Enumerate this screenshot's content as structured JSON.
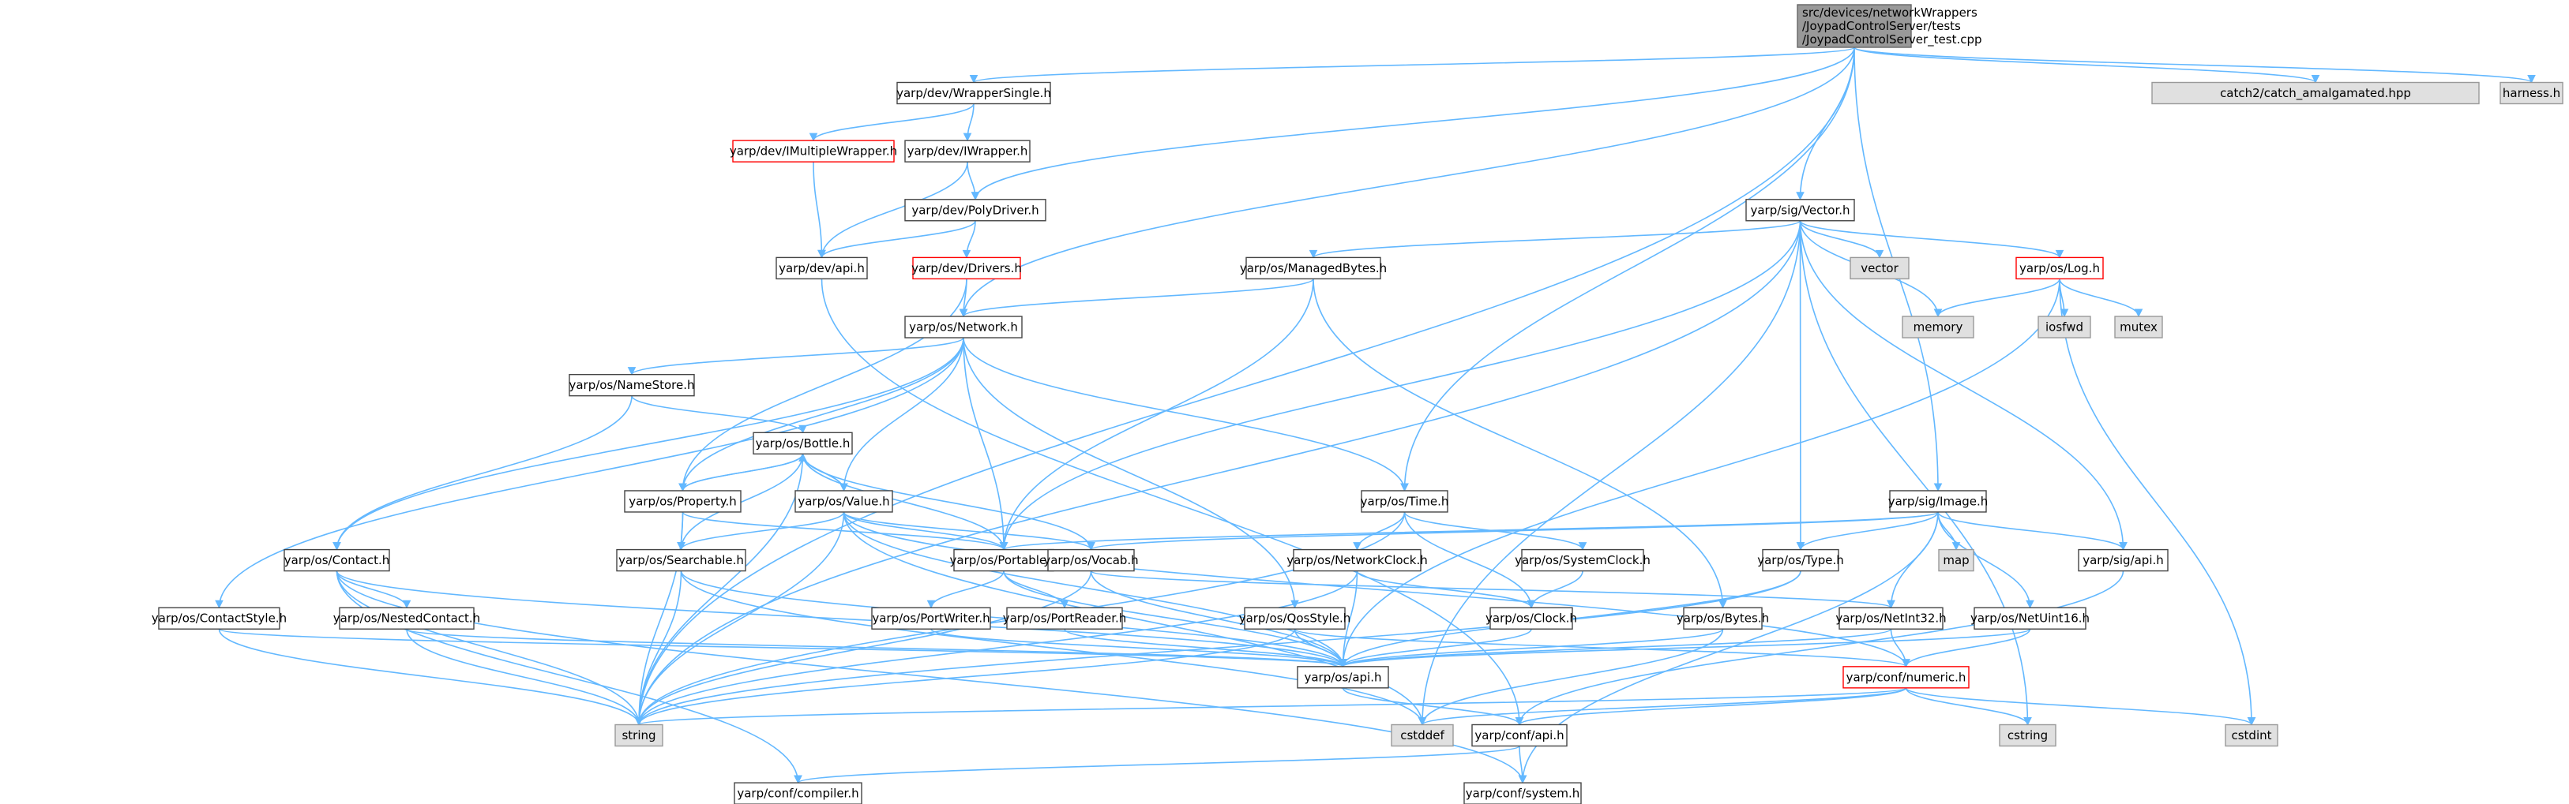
{
  "graph": {
    "root": "src/devices/networkWrappers\n/JoypadControlServer/tests\n/JoypadControlServer_test.cpp",
    "nodes": [
      {
        "id": "root",
        "label": "src/devices/networkWrappers\n/JoypadControlServer/tests\n/JoypadControlServer_test.cpp",
        "kind": "root"
      },
      {
        "id": "WrapperSingle",
        "label": "yarp/dev/WrapperSingle.h",
        "kind": "normal"
      },
      {
        "id": "catch",
        "label": "catch2/catch_amalgamated.hpp",
        "kind": "system"
      },
      {
        "id": "harness",
        "label": "harness.h",
        "kind": "system"
      },
      {
        "id": "IMultipleWrapper",
        "label": "yarp/dev/IMultipleWrapper.h",
        "kind": "incomplete"
      },
      {
        "id": "IWrapper",
        "label": "yarp/dev/IWrapper.h",
        "kind": "normal"
      },
      {
        "id": "PolyDriver",
        "label": "yarp/dev/PolyDriver.h",
        "kind": "normal"
      },
      {
        "id": "devapi",
        "label": "yarp/dev/api.h",
        "kind": "normal"
      },
      {
        "id": "Drivers",
        "label": "yarp/dev/Drivers.h",
        "kind": "incomplete"
      },
      {
        "id": "Vector",
        "label": "yarp/sig/Vector.h",
        "kind": "normal"
      },
      {
        "id": "ManagedBytes",
        "label": "yarp/os/ManagedBytes.h",
        "kind": "normal"
      },
      {
        "id": "vector",
        "label": "vector",
        "kind": "system"
      },
      {
        "id": "Log",
        "label": "yarp/os/Log.h",
        "kind": "incomplete"
      },
      {
        "id": "memory",
        "label": "memory",
        "kind": "system"
      },
      {
        "id": "iosfwd",
        "label": "iosfwd",
        "kind": "system"
      },
      {
        "id": "mutex",
        "label": "mutex",
        "kind": "system"
      },
      {
        "id": "Network",
        "label": "yarp/os/Network.h",
        "kind": "normal"
      },
      {
        "id": "NameStore",
        "label": "yarp/os/NameStore.h",
        "kind": "normal"
      },
      {
        "id": "Bottle",
        "label": "yarp/os/Bottle.h",
        "kind": "normal"
      },
      {
        "id": "Property",
        "label": "yarp/os/Property.h",
        "kind": "normal"
      },
      {
        "id": "Value",
        "label": "yarp/os/Value.h",
        "kind": "normal"
      },
      {
        "id": "Time",
        "label": "yarp/os/Time.h",
        "kind": "normal"
      },
      {
        "id": "Image",
        "label": "yarp/sig/Image.h",
        "kind": "normal"
      },
      {
        "id": "Contact",
        "label": "yarp/os/Contact.h",
        "kind": "normal"
      },
      {
        "id": "Searchable",
        "label": "yarp/os/Searchable.h",
        "kind": "normal"
      },
      {
        "id": "Portable",
        "label": "yarp/os/Portable.h",
        "kind": "normal"
      },
      {
        "id": "Vocab",
        "label": "yarp/os/Vocab.h",
        "kind": "normal"
      },
      {
        "id": "NetworkClock",
        "label": "yarp/os/NetworkClock.h",
        "kind": "normal"
      },
      {
        "id": "SystemClock",
        "label": "yarp/os/SystemClock.h",
        "kind": "normal"
      },
      {
        "id": "map",
        "label": "map",
        "kind": "system"
      },
      {
        "id": "Type",
        "label": "yarp/os/Type.h",
        "kind": "normal"
      },
      {
        "id": "sigapi",
        "label": "yarp/sig/api.h",
        "kind": "normal"
      },
      {
        "id": "ContactStyle",
        "label": "yarp/os/ContactStyle.h",
        "kind": "normal"
      },
      {
        "id": "NestedContact",
        "label": "yarp/os/NestedContact.h",
        "kind": "normal"
      },
      {
        "id": "PortWriter",
        "label": "yarp/os/PortWriter.h",
        "kind": "normal"
      },
      {
        "id": "PortReader",
        "label": "yarp/os/PortReader.h",
        "kind": "normal"
      },
      {
        "id": "QosStyle",
        "label": "yarp/os/QosStyle.h",
        "kind": "normal"
      },
      {
        "id": "Clock",
        "label": "yarp/os/Clock.h",
        "kind": "normal"
      },
      {
        "id": "Bytes",
        "label": "yarp/os/Bytes.h",
        "kind": "normal"
      },
      {
        "id": "NetInt32",
        "label": "yarp/os/NetInt32.h",
        "kind": "normal"
      },
      {
        "id": "NetUint16",
        "label": "yarp/os/NetUint16.h",
        "kind": "normal"
      },
      {
        "id": "osapi",
        "label": "yarp/os/api.h",
        "kind": "normal"
      },
      {
        "id": "numeric",
        "label": "yarp/conf/numeric.h",
        "kind": "incomplete"
      },
      {
        "id": "string",
        "label": "string",
        "kind": "system"
      },
      {
        "id": "cstddef",
        "label": "cstddef",
        "kind": "system"
      },
      {
        "id": "confapi",
        "label": "yarp/conf/api.h",
        "kind": "normal"
      },
      {
        "id": "cstring",
        "label": "cstring",
        "kind": "system"
      },
      {
        "id": "cstdint",
        "label": "cstdint",
        "kind": "system"
      },
      {
        "id": "compiler",
        "label": "yarp/conf/compiler.h",
        "kind": "normal"
      },
      {
        "id": "system",
        "label": "yarp/conf/system.h",
        "kind": "normal"
      }
    ],
    "edges": [
      [
        "root",
        "WrapperSingle"
      ],
      [
        "root",
        "catch"
      ],
      [
        "root",
        "harness"
      ],
      [
        "root",
        "PolyDriver"
      ],
      [
        "root",
        "Network"
      ],
      [
        "root",
        "Vector"
      ],
      [
        "root",
        "Time"
      ],
      [
        "root",
        "Image"
      ],
      [
        "root",
        "string"
      ],
      [
        "WrapperSingle",
        "IMultipleWrapper"
      ],
      [
        "WrapperSingle",
        "IWrapper"
      ],
      [
        "IMultipleWrapper",
        "devapi"
      ],
      [
        "IWrapper",
        "PolyDriver"
      ],
      [
        "IWrapper",
        "devapi"
      ],
      [
        "PolyDriver",
        "devapi"
      ],
      [
        "PolyDriver",
        "Drivers"
      ],
      [
        "devapi",
        "confapi"
      ],
      [
        "Drivers",
        "Network"
      ],
      [
        "Drivers",
        "Property"
      ],
      [
        "Vector",
        "ManagedBytes"
      ],
      [
        "Vector",
        "vector"
      ],
      [
        "Vector",
        "memory"
      ],
      [
        "Vector",
        "Log"
      ],
      [
        "Vector",
        "Portable"
      ],
      [
        "Vector",
        "Type"
      ],
      [
        "Vector",
        "sigapi"
      ],
      [
        "Vector",
        "string"
      ],
      [
        "Vector",
        "cstring"
      ],
      [
        "Vector",
        "cstddef"
      ],
      [
        "ManagedBytes",
        "Network"
      ],
      [
        "ManagedBytes",
        "Portable"
      ],
      [
        "ManagedBytes",
        "Bytes"
      ],
      [
        "Log",
        "memory"
      ],
      [
        "Log",
        "iosfwd"
      ],
      [
        "Log",
        "mutex"
      ],
      [
        "Log",
        "cstdint"
      ],
      [
        "Log",
        "osapi"
      ],
      [
        "Network",
        "NameStore"
      ],
      [
        "Network",
        "Contact"
      ],
      [
        "Network",
        "ContactStyle"
      ],
      [
        "Network",
        "Property"
      ],
      [
        "Network",
        "Value"
      ],
      [
        "Network",
        "Portable"
      ],
      [
        "Network",
        "QosStyle"
      ],
      [
        "Network",
        "Time"
      ],
      [
        "NameStore",
        "Bottle"
      ],
      [
        "NameStore",
        "Contact"
      ],
      [
        "Bottle",
        "Property"
      ],
      [
        "Bottle",
        "Value"
      ],
      [
        "Bottle",
        "Searchable"
      ],
      [
        "Bottle",
        "Portable"
      ],
      [
        "Bottle",
        "Vocab"
      ],
      [
        "Bottle",
        "string"
      ],
      [
        "Property",
        "Bottle"
      ],
      [
        "Property",
        "Searchable"
      ],
      [
        "Property",
        "Portable"
      ],
      [
        "Property",
        "string"
      ],
      [
        "Value",
        "Bottle"
      ],
      [
        "Value",
        "Searchable"
      ],
      [
        "Value",
        "Portable"
      ],
      [
        "Value",
        "Vocab"
      ],
      [
        "Value",
        "osapi"
      ],
      [
        "Value",
        "numeric"
      ],
      [
        "Value",
        "cstddef"
      ],
      [
        "Value",
        "string"
      ],
      [
        "Time",
        "NetworkClock"
      ],
      [
        "Time",
        "SystemClock"
      ],
      [
        "Time",
        "Clock"
      ],
      [
        "Time",
        "string"
      ],
      [
        "Image",
        "Vocab"
      ],
      [
        "Image",
        "Type"
      ],
      [
        "Image",
        "sigapi"
      ],
      [
        "Image",
        "map"
      ],
      [
        "Image",
        "NetInt32"
      ],
      [
        "Image",
        "NetUint16"
      ],
      [
        "Image",
        "system"
      ],
      [
        "Image",
        "Portable"
      ],
      [
        "Contact",
        "NestedContact"
      ],
      [
        "Contact",
        "osapi"
      ],
      [
        "Contact",
        "string"
      ],
      [
        "Contact",
        "compiler"
      ],
      [
        "Contact",
        "system"
      ],
      [
        "Searchable",
        "osapi"
      ],
      [
        "Searchable",
        "string"
      ],
      [
        "Searchable",
        "cstddef"
      ],
      [
        "Portable",
        "PortWriter"
      ],
      [
        "Portable",
        "PortReader"
      ],
      [
        "Portable",
        "osapi"
      ],
      [
        "Vocab",
        "osapi"
      ],
      [
        "Vocab",
        "NetInt32"
      ],
      [
        "Vocab",
        "string"
      ],
      [
        "NetworkClock",
        "osapi"
      ],
      [
        "NetworkClock",
        "Clock"
      ],
      [
        "NetworkClock",
        "string"
      ],
      [
        "SystemClock",
        "Clock"
      ],
      [
        "Type",
        "osapi"
      ],
      [
        "Type",
        "string"
      ],
      [
        "sigapi",
        "confapi"
      ],
      [
        "ContactStyle",
        "osapi"
      ],
      [
        "ContactStyle",
        "string"
      ],
      [
        "NestedContact",
        "osapi"
      ],
      [
        "NestedContact",
        "string"
      ],
      [
        "PortWriter",
        "osapi"
      ],
      [
        "PortReader",
        "osapi"
      ],
      [
        "QosStyle",
        "osapi"
      ],
      [
        "QosStyle",
        "string"
      ],
      [
        "QosStyle",
        "numeric"
      ],
      [
        "Clock",
        "osapi"
      ],
      [
        "Bytes",
        "osapi"
      ],
      [
        "Bytes",
        "cstddef"
      ],
      [
        "NetInt32",
        "osapi"
      ],
      [
        "NetInt32",
        "numeric"
      ],
      [
        "NetUint16",
        "osapi"
      ],
      [
        "NetUint16",
        "numeric"
      ],
      [
        "osapi",
        "confapi"
      ],
      [
        "numeric",
        "confapi"
      ],
      [
        "numeric",
        "cstring"
      ],
      [
        "numeric",
        "cstdint"
      ],
      [
        "numeric",
        "cstddef"
      ],
      [
        "numeric",
        "string"
      ],
      [
        "confapi",
        "compiler"
      ],
      [
        "confapi",
        "system"
      ]
    ]
  },
  "colors": {
    "edge": "#63b8ff",
    "normal_fill": "#ffffff",
    "normal_stroke": "#444444",
    "root_fill": "#999999",
    "root_stroke": "#666666",
    "system_fill": "#e0e0e0",
    "system_stroke": "#999999",
    "incomplete_stroke": "#ff0000"
  }
}
